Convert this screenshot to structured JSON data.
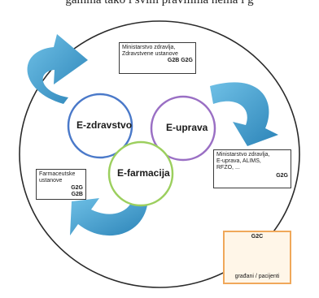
{
  "header_text": "gamma tako i svim pravilima nema i g",
  "circles": {
    "e_zdravstvo": "E-zdravstvo",
    "e_uprava": "E-uprava",
    "e_farmacija": "E-farmacija"
  },
  "boxes": {
    "ministry_health": {
      "line1": "Ministarstvo zdravlja,",
      "line2": "Zdravstvene ustanove",
      "codes": "G2B  G2G"
    },
    "ministry_uprava": {
      "line1": "Ministarstvo zdravlja,",
      "line2": "E-uprava, ALIMS,",
      "line3": "RFZO, ...",
      "codes": "G2G"
    },
    "pharmacy": {
      "line1": "Farmaceutske",
      "line2": "ustanove",
      "code1": "G2G",
      "code2": "G2B"
    },
    "citizens": {
      "code": "G2C",
      "caption": "građani / pacijenti"
    }
  },
  "colors": {
    "arrow": "#3f9ccc",
    "e_zdravstvo_ring": "#4a79c9",
    "e_uprava_ring": "#9a6fc4",
    "e_farmacija_ring": "#9ccf5e",
    "outer_ring": "#2a2a2a",
    "citizens_border": "#f0a85a"
  },
  "icons": [
    "curved-arrow-icon",
    "people-group-icon"
  ]
}
